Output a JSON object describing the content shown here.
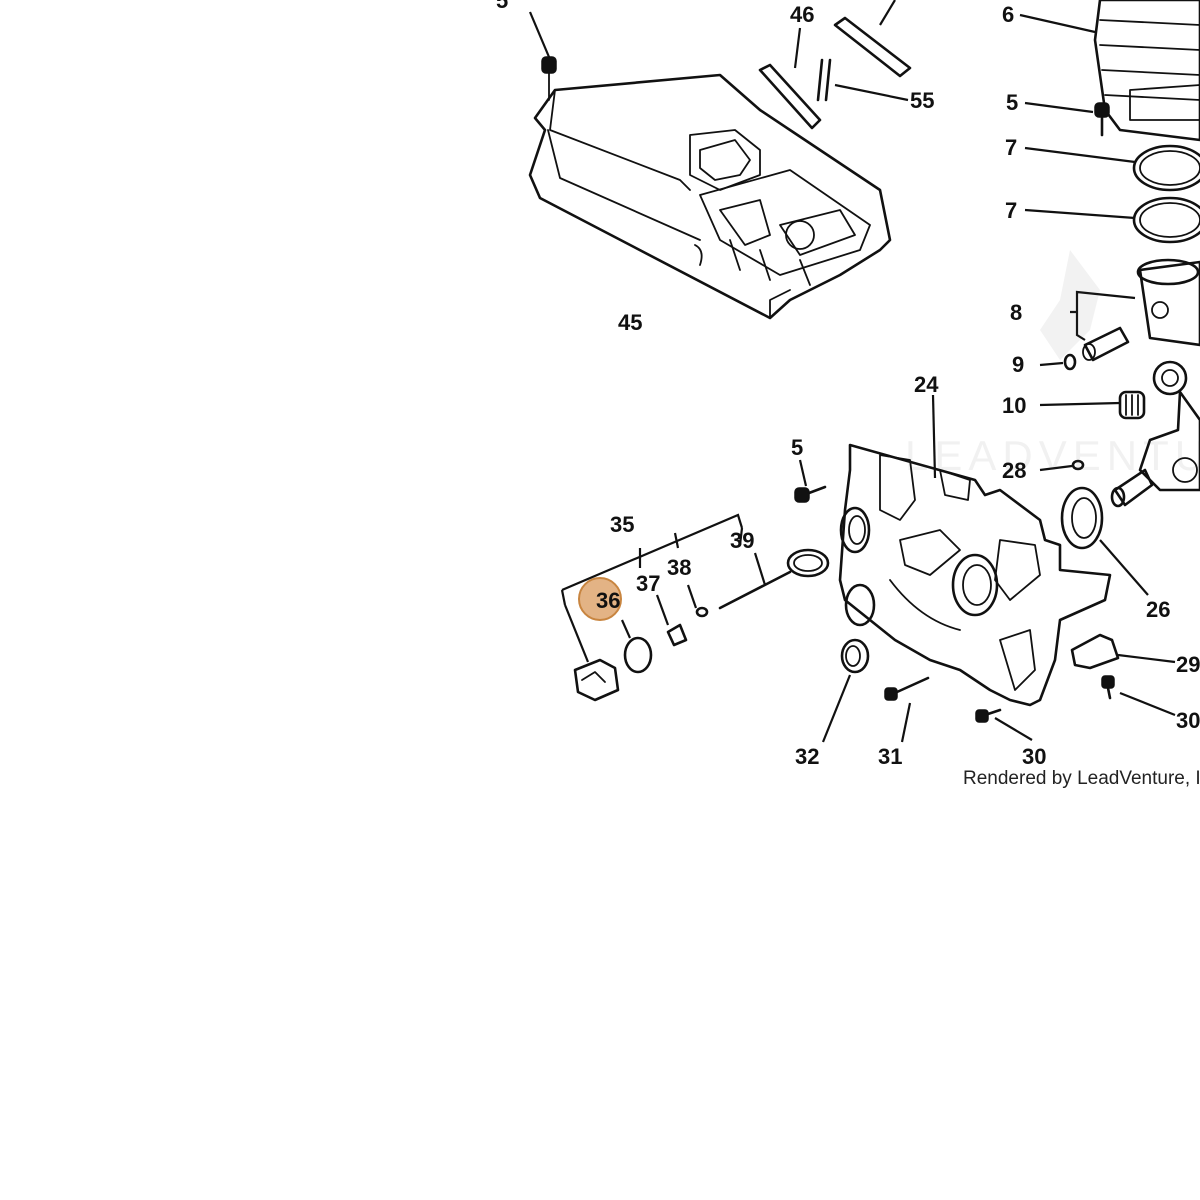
{
  "diagram": {
    "credit_text": "Rendered by LeadVenture, Inc.",
    "highlight_color": "#d99a5c",
    "highlighted_part": "36",
    "labels": {
      "p5_top": "5",
      "p46": "46",
      "p6": "6",
      "p55": "55",
      "p5_right": "5",
      "p7a": "7",
      "p7b": "7",
      "p8": "8",
      "p9": "9",
      "p10": "10",
      "p45": "45",
      "p24": "24",
      "p5_mid": "5",
      "p28": "28",
      "p35": "35",
      "p39": "39",
      "p37": "37",
      "p38": "38",
      "p36": "36",
      "p26": "26",
      "p29": "29",
      "p30_right": "30",
      "p32": "32",
      "p31": "31",
      "p30": "30"
    }
  }
}
